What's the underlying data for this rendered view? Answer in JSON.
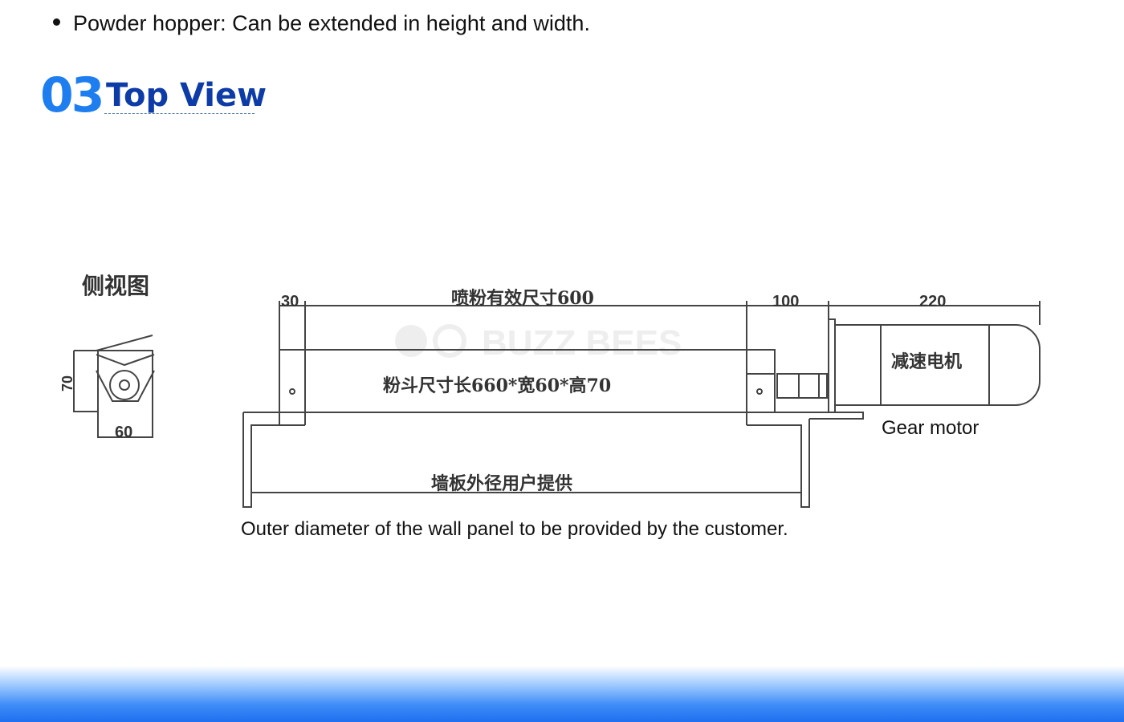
{
  "bullet": "Powder hopper: Can be extended in height and width.",
  "section": {
    "number": "03",
    "title": "Top View"
  },
  "diagram": {
    "side_view_label": "侧视图",
    "side_height": "70",
    "side_width": "60",
    "dim_left": "30",
    "dim_effective": "喷粉有效尺寸600",
    "dim_right": "100",
    "dim_motor": "220",
    "hopper_size": "粉斗尺寸长660*宽60*高70",
    "motor_label": "减速电机",
    "wall_label": "墙板外径用户提供",
    "watermark": "BUZZ BEES"
  },
  "captions": {
    "gear_motor": "Gear motor",
    "wall_panel": "Outer diameter of the wall panel to be provided by the customer."
  }
}
